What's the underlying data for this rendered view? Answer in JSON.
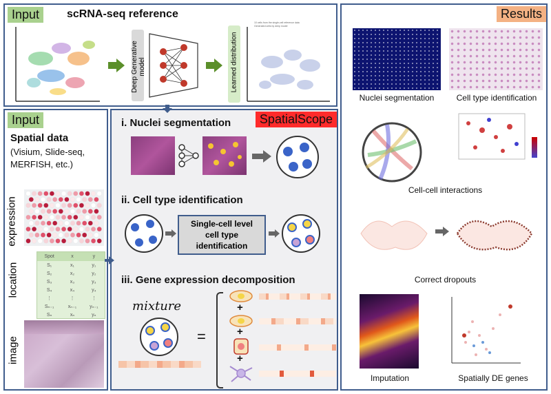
{
  "top_input": {
    "tag": "Input",
    "title": "scRNA-seq reference",
    "model_label": "Deep Generative model",
    "learned_label": "Learned distribution",
    "mini_legend": [
      "10 cells from the single-cell reference data",
      "Generated cells by deep model"
    ]
  },
  "left_input": {
    "tag": "Input",
    "heading": "Spatial data",
    "subheading": "(Visium, Slide-seq, MERFISH, etc.)",
    "row_labels": [
      "expression",
      "location",
      "image"
    ],
    "location_table": {
      "headers": [
        "Spot",
        "x",
        "y"
      ],
      "rows": [
        [
          "S₁",
          "x₁",
          "y₁"
        ],
        [
          "S₂",
          "x₂",
          "y₂"
        ],
        [
          "S₃",
          "x₃",
          "y₃"
        ],
        [
          "S₄",
          "x₄",
          "y₄"
        ],
        [
          "⋮",
          "⋮",
          "⋮"
        ],
        [
          "Sₙ₋₁",
          "xₙ₋₁",
          "yₙ₋₁"
        ],
        [
          "Sₙ",
          "xₙ",
          "yₙ"
        ]
      ]
    }
  },
  "center": {
    "tag": "SpatialScope",
    "steps": [
      "i. Nuclei segmentation",
      "ii. Cell type identification",
      "iii. Gene expression decomposition"
    ],
    "single_cell_box": "Single-cell level cell type identification",
    "mixture_label": "mixture",
    "equals": "=",
    "plus": "+"
  },
  "results": {
    "tag": "Results",
    "captions": [
      "Nuclei segmentation",
      "Cell type identification",
      "Cell-cell interactions",
      "Correct dropouts",
      "Imputation",
      "Spatially DE genes"
    ]
  },
  "colors": {
    "border": "#3f5c8c",
    "input_tag": "#a9d18e",
    "results_tag": "#f4b183",
    "spatialscope_tag": "#ff2b2b",
    "arrow_green": "#5b8f2a",
    "node_red": "#c0392b",
    "cell_blue": "#3a64c8"
  }
}
